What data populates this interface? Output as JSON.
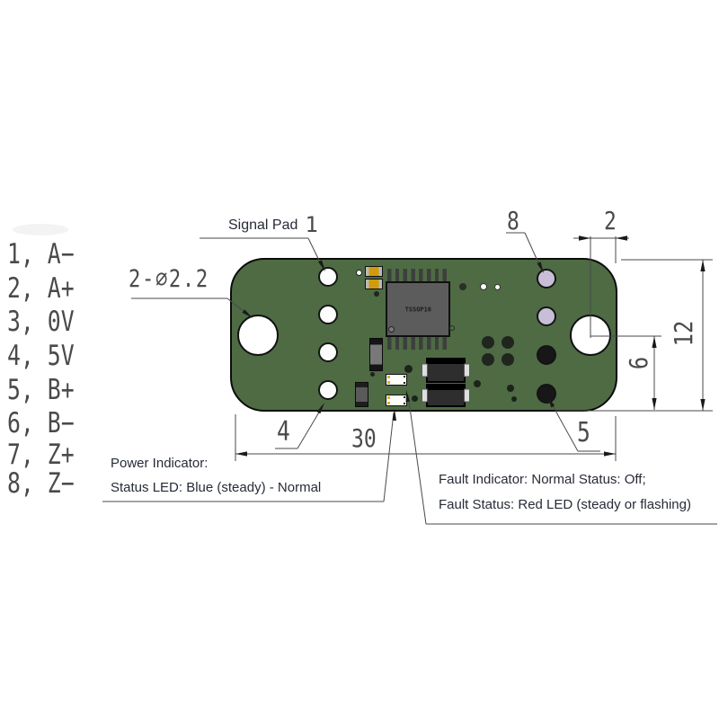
{
  "diagram": {
    "pin_list": [
      "1, A−",
      "2, A+",
      "3, 0V",
      "4, 5V",
      "5, B+",
      "6, B−",
      "7, Z+",
      "8, Z−"
    ],
    "callouts": {
      "signal_pad_text": "Signal Pad",
      "signal_pad_num": "1",
      "hole_spec": "2-∅2.2",
      "pad_8": "8",
      "pad_5": "5",
      "pad_4": "4"
    },
    "dimensions": {
      "board_width": "30",
      "board_height": "12",
      "hole_edge_offset": "2",
      "hole_bottom_offset": "6"
    },
    "board": {
      "chip_label": "TSSOP16",
      "pcb_color": "#4e6b44",
      "pad_lavender_color": "#c9bed7",
      "pad_dark_color": "#171717"
    },
    "notes": {
      "power_title": "Power Indicator:",
      "power_status": "Status LED: Blue (steady) - Normal",
      "fault_line1": "Fault Indicator: Normal Status: Off;",
      "fault_line2": "Fault Status: Red LED (steady or flashing)"
    }
  }
}
